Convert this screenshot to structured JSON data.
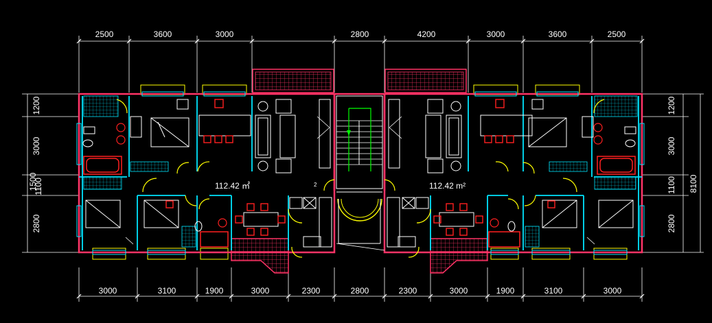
{
  "colors": {
    "background": "#000000",
    "dimension": "#ffffff",
    "wall": "#ff3366",
    "wall_fill": "#ff6e96",
    "window": "#00e5ff",
    "door": "#ffff00",
    "furniture": "#ffffff",
    "accent_red": "#ff2020",
    "stair": "#00ff00",
    "balcony": "#ff3366",
    "label": "#ffffff"
  },
  "dimensions": {
    "top_left": [
      "2500",
      "3600",
      "3000"
    ],
    "top_center": [
      "2800"
    ],
    "top_right": [
      "4200",
      "3000",
      "3600",
      "2500"
    ],
    "bottom": [
      "3000",
      "3100",
      "1900",
      "3000",
      "2300",
      "2800",
      "2300",
      "3000",
      "1900",
      "3100",
      "3000"
    ],
    "left": [
      "1200",
      "3000",
      "1500",
      "1100",
      "2800"
    ],
    "right": [
      "1200",
      "3000",
      "1100",
      "2800"
    ],
    "right_total": "8100"
  },
  "labels": {
    "area_left": "112.42 ㎡",
    "area_right": "112.42 m²",
    "stair_mark": "2"
  }
}
